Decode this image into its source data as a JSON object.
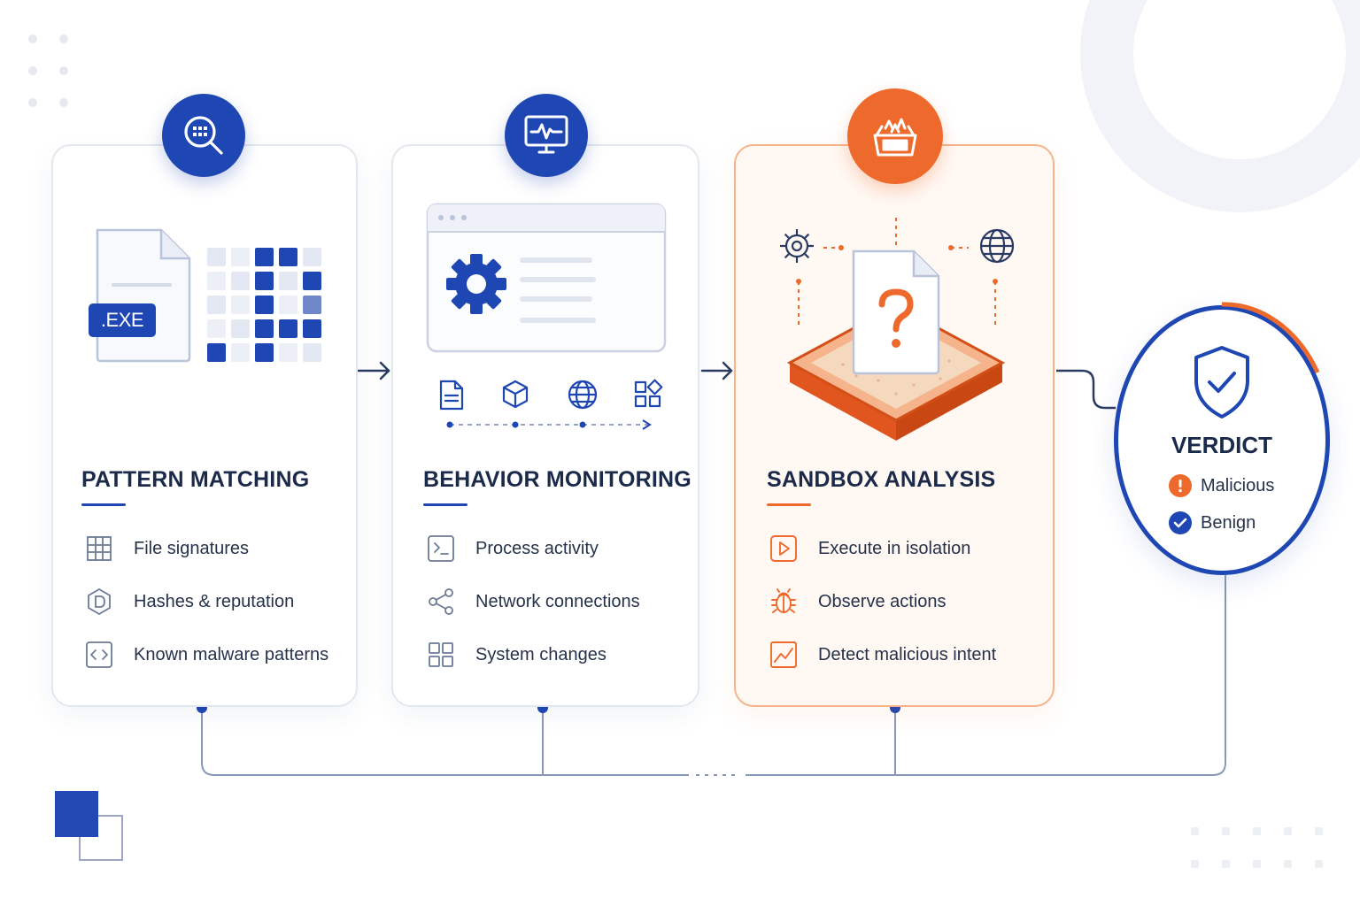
{
  "colors": {
    "primary": "#1f47b3",
    "accent": "#ee6a2c",
    "text": "#1b2a4a",
    "line": "#8a98b8"
  },
  "stages": [
    {
      "title": "PATTERN MATCHING",
      "badge_icon": "magnifier-grid-icon",
      "file_label": ".EXE",
      "items": [
        {
          "icon": "grid-icon",
          "label": "File signatures"
        },
        {
          "icon": "hash-shield-icon",
          "label": "Hashes & reputation"
        },
        {
          "icon": "code-brackets-icon",
          "label": "Known malware patterns"
        }
      ]
    },
    {
      "title": "BEHAVIOR MONITORING",
      "badge_icon": "monitor-pulse-icon",
      "items": [
        {
          "icon": "terminal-icon",
          "label": "Process activity"
        },
        {
          "icon": "share-nodes-icon",
          "label": "Network connections"
        },
        {
          "icon": "apps-grid-icon",
          "label": "System changes"
        }
      ]
    },
    {
      "title": "SANDBOX ANALYSIS",
      "badge_icon": "sandbox-box-icon",
      "items": [
        {
          "icon": "play-box-icon",
          "label": "Execute in isolation"
        },
        {
          "icon": "bug-icon",
          "label": "Observe actions"
        },
        {
          "icon": "trend-chart-icon",
          "label": "Detect malicious intent"
        }
      ]
    }
  ],
  "verdict": {
    "title": "VERDICT",
    "icon": "shield-check-icon",
    "outcomes": [
      {
        "icon": "alert-icon",
        "label": "Malicious",
        "color": "#ee6a2c"
      },
      {
        "icon": "check-icon",
        "label": "Benign",
        "color": "#1f47b3"
      }
    ]
  }
}
